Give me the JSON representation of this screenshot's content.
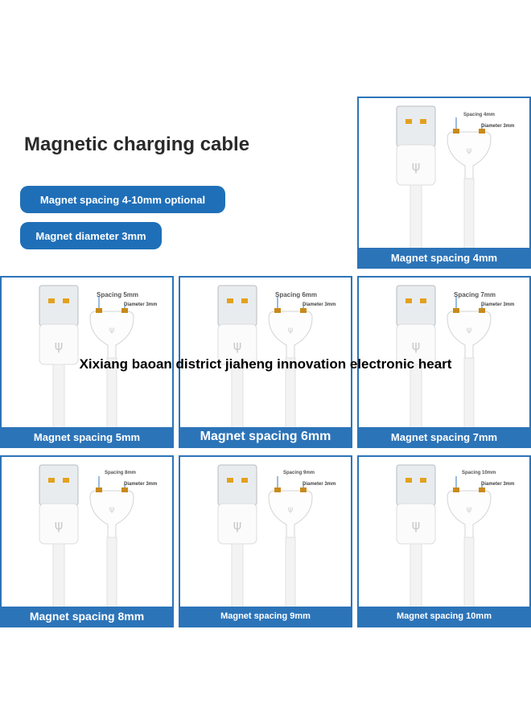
{
  "title": "Magnetic charging cable",
  "options": {
    "spacing_range": "Magnet spacing 4-10mm optional",
    "diameter": "Magnet diameter 3mm"
  },
  "overlay_text": "Xixiang baoan district jiaheng innovation electronic heart",
  "diameter_note": "Diameter 3mm",
  "panels": [
    {
      "caption": "Magnet spacing 4mm",
      "spacing_label": "Spacing 4mm"
    },
    {
      "caption": "Magnet spacing 5mm",
      "spacing_label": "Spacing 5mm"
    },
    {
      "caption": "Magnet spacing 6mm",
      "spacing_label": "Spacing 6mm"
    },
    {
      "caption": "Magnet spacing 7mm",
      "spacing_label": "Spacing 7mm"
    },
    {
      "caption": "Magnet spacing 8mm",
      "spacing_label": "Spacing 8mm"
    },
    {
      "caption": "Magnet spacing 9mm",
      "spacing_label": "Spacing 9mm"
    },
    {
      "caption": "Magnet spacing 10mm",
      "spacing_label": "Spacing 10mm"
    }
  ],
  "colors": {
    "accent": "#2c74b8",
    "pill": "#1f6fb8"
  }
}
